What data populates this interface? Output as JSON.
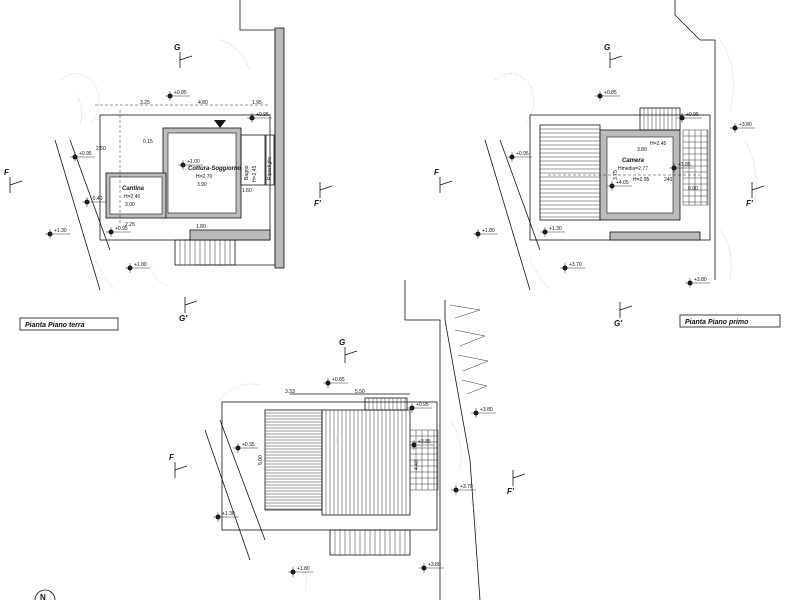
{
  "plans": {
    "ground": {
      "title": "Pianta Piano terra",
      "rooms": [
        {
          "name": "Cantina",
          "height": "H=2,40"
        },
        {
          "name": "Cottura-Soggiorno",
          "height": "H=2,70"
        },
        {
          "name": "Bagno",
          "height": "H=2,45"
        },
        {
          "name": "Ripostiglio",
          "height": ""
        }
      ],
      "dimensions": [
        "3.25",
        "4.80",
        "1.95",
        "3.90",
        "3.00",
        "2.50",
        "1.60",
        "2.25",
        "0.15",
        "1.80"
      ],
      "levels": [
        "+0.85",
        "+0.95",
        "+0.95",
        "+1.00",
        "-0.40",
        "+0.95",
        "+1.30",
        "+1.80"
      ]
    },
    "first": {
      "title": "Pianta Piano primo",
      "rooms": [
        {
          "name": "Camera",
          "height": "Hmedia=2,77"
        }
      ],
      "dimensions": [
        "3.80",
        "H=2.45",
        "H=2.95",
        "3.75",
        "240",
        "0.90"
      ],
      "levels": [
        "+0.85",
        "+0.95",
        "+3.85",
        "+4.05",
        "+0.95",
        "+1.30",
        "+1.80",
        "+3.70",
        "+3.80",
        "+3.80"
      ]
    },
    "roof": {
      "dimensions": [
        "3.33",
        "5.50",
        "5.00",
        "4.40"
      ],
      "levels": [
        "+0.85",
        "+0.95",
        "+3.85",
        "+3.80",
        "+0.95",
        "+3.70",
        "+1.30",
        "+1.80",
        "+3.80"
      ]
    }
  },
  "section_marks": {
    "g": "G",
    "g_prime": "G'",
    "f": "F",
    "f_prime": "F'"
  },
  "compass": "N"
}
